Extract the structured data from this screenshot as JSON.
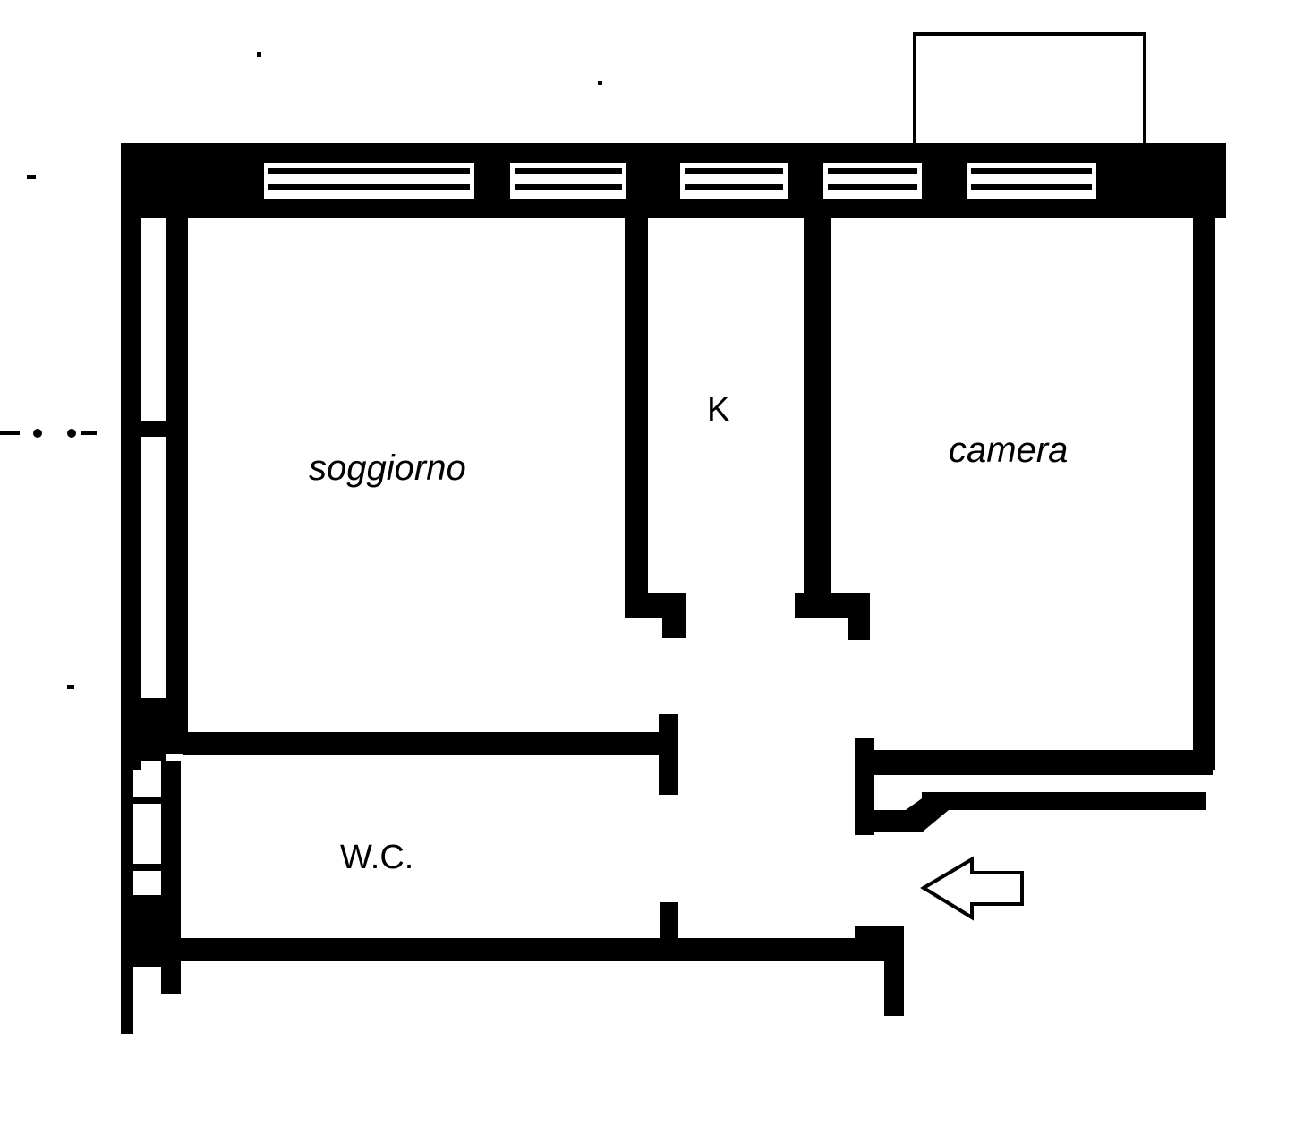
{
  "rooms": {
    "living": {
      "label": "soggiorno"
    },
    "kitchen": {
      "label": "K"
    },
    "bedroom": {
      "label": "camera"
    },
    "bathroom": {
      "label": "W.C."
    }
  },
  "entrance": {
    "icon": "entrance-arrow-icon"
  },
  "colors": {
    "wall": "#000000",
    "background": "#ffffff"
  }
}
